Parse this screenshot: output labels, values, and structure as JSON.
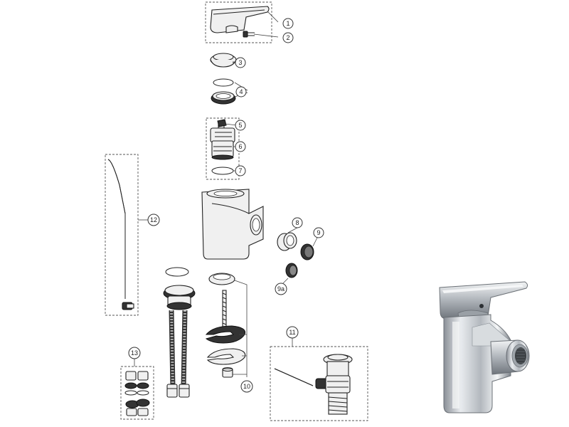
{
  "callouts": [
    {
      "id": "c1",
      "label": "1"
    },
    {
      "id": "c2",
      "label": "2"
    },
    {
      "id": "c3",
      "label": "3"
    },
    {
      "id": "c4",
      "label": "4"
    },
    {
      "id": "c5",
      "label": "5"
    },
    {
      "id": "c6",
      "label": "6"
    },
    {
      "id": "c7",
      "label": "7"
    },
    {
      "id": "c8",
      "label": "8"
    },
    {
      "id": "c9",
      "label": "9"
    },
    {
      "id": "c9a",
      "label": "9a"
    },
    {
      "id": "c10",
      "label": "10"
    },
    {
      "id": "c11",
      "label": "11"
    },
    {
      "id": "c12",
      "label": "12"
    },
    {
      "id": "c13",
      "label": "13"
    }
  ]
}
